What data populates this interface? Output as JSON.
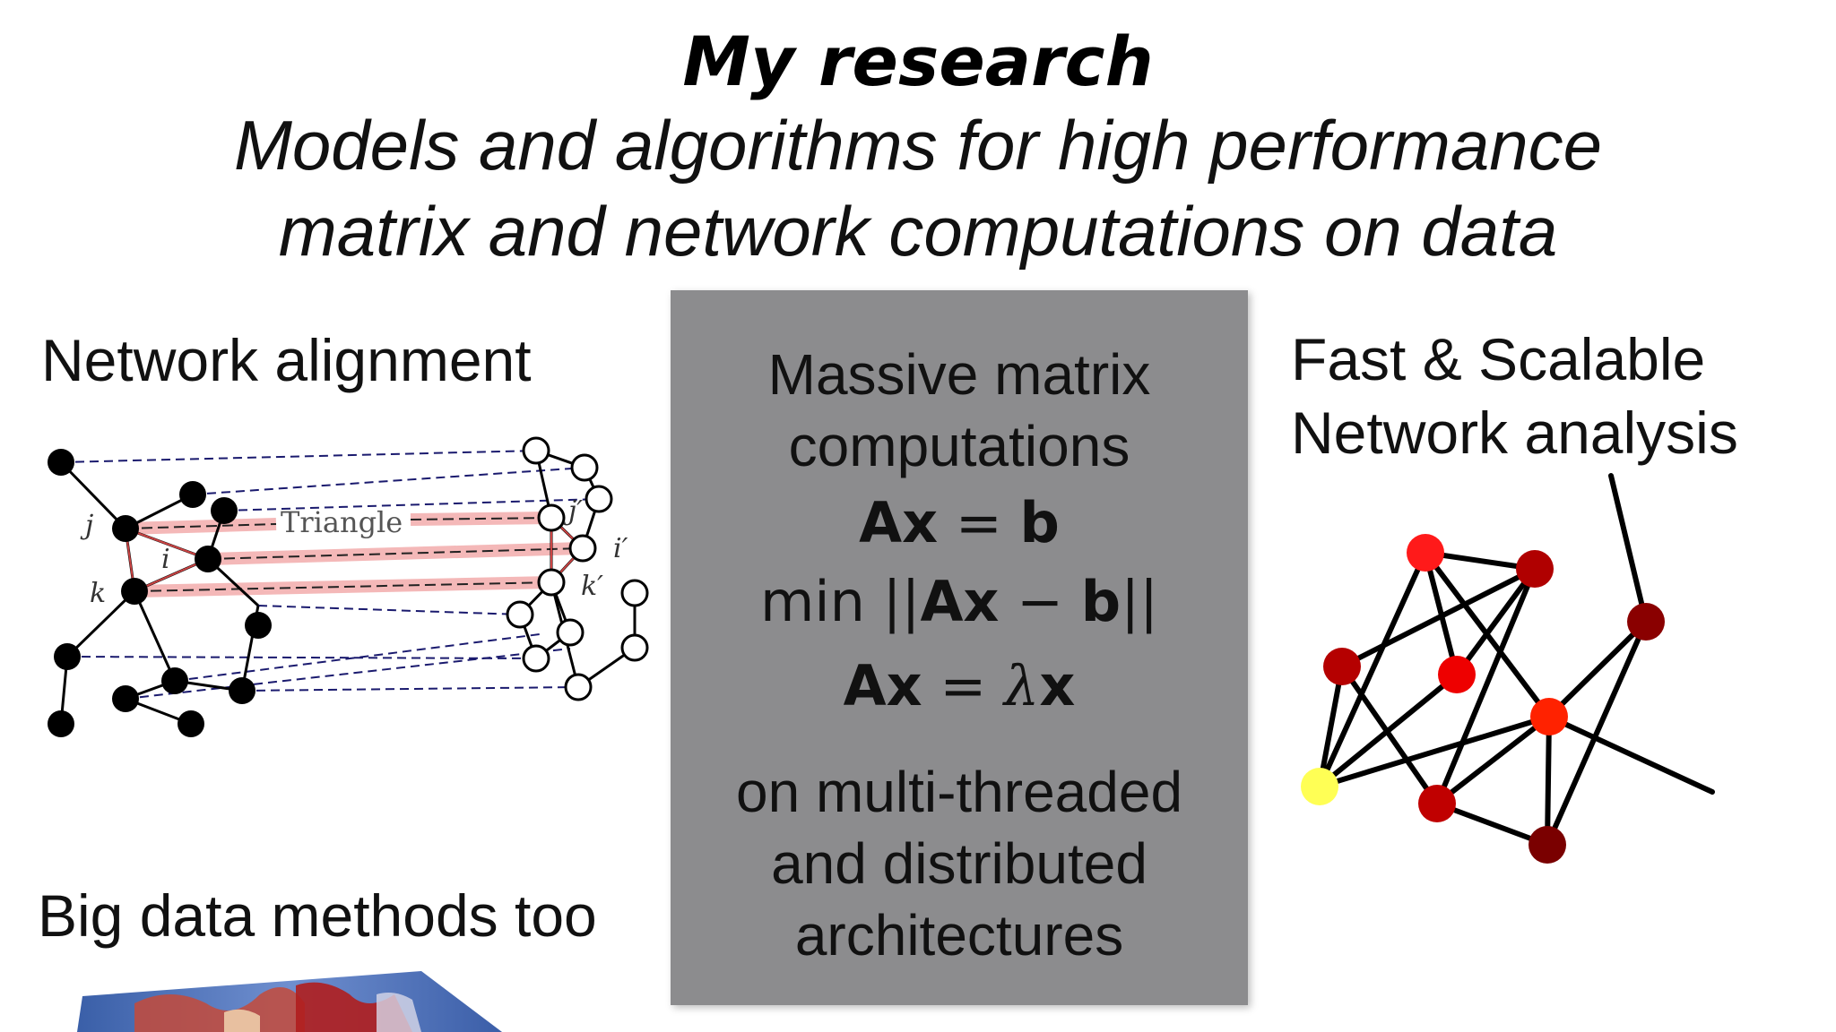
{
  "slide": {
    "title": "My research",
    "subtitle_line1": "Models and algorithms for high performance",
    "subtitle_line2": "matrix and network computations on data"
  },
  "left_panel": {
    "heading": "Network alignment",
    "triangle_label": "Triangle",
    "node_labels": {
      "j": "j",
      "i": "i",
      "k": "k",
      "j_prime": "j′",
      "i_prime": "i′",
      "k_prime": "k′"
    },
    "bottom_heading": "Big data methods too"
  },
  "center_box": {
    "line1": "Massive matrix",
    "line2": "computations",
    "eq1_lhs": "Ax",
    "eq1_op": " = ",
    "eq1_rhs": "b",
    "eq2_prefix": "min ||",
    "eq2_a": "Ax",
    "eq2_minus": " − ",
    "eq2_b": "b",
    "eq2_suffix": "||",
    "eq3_lhs": "Ax",
    "eq3_op": " = ",
    "eq3_lambda": "λ",
    "eq3_x": "x",
    "line3": "on multi-threaded",
    "line4": "and distributed",
    "line5": "architectures"
  },
  "right_panel": {
    "heading_line1": "Fast & Scalable",
    "heading_line2": "Network analysis"
  },
  "colors": {
    "box_bg": "#8c8c8e",
    "node_black": "#000000",
    "edge_dash": "#1a1a6e",
    "highlight_edge": "#f4b8b8",
    "node_red_bright": "#ff1a1a",
    "node_red": "#c80000",
    "node_dark_red": "#8a0000",
    "node_yellow": "#ffff55"
  }
}
